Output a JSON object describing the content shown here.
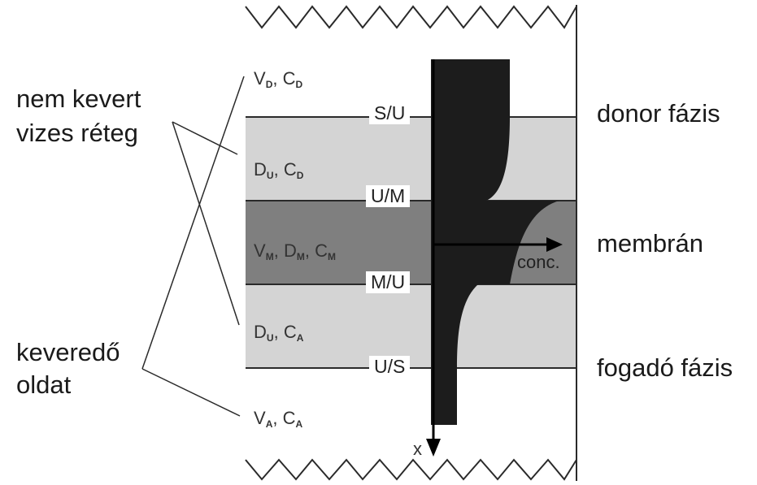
{
  "left_labels": {
    "unmixed_line1": "nem kevert",
    "unmixed_line2": "vizes réteg",
    "mixed_line1": "keveredő",
    "mixed_line2": "oldat"
  },
  "right_labels": {
    "donor": "donor fázis",
    "membrane": "membrán",
    "acceptor": "fogadó fázis"
  },
  "boundaries": {
    "s_u": "S/U",
    "u_m": "U/M",
    "m_u": "M/U",
    "u_s": "U/S"
  },
  "regions": {
    "donor_bulk": {
      "v": "V",
      "v_sub": "D",
      "sep": ",",
      "c": "C",
      "c_sub": "D"
    },
    "donor_layer": {
      "d": "D",
      "d_sub": "U",
      "sep": ",",
      "c": "C",
      "c_sub": "D"
    },
    "membrane": {
      "v": "V",
      "v_sub": "M",
      "d": "D",
      "d_sub": "M",
      "sep": ",",
      "c": "C",
      "c_sub": "M"
    },
    "acceptor_layer": {
      "d": "D",
      "d_sub": "U",
      "sep": ",",
      "c": "C",
      "c_sub": "A"
    },
    "acceptor_bulk": {
      "v": "V",
      "v_sub": "A",
      "sep": ",",
      "c": "C",
      "c_sub": "A"
    }
  },
  "axes": {
    "x_label": "x",
    "conc_label": "conc."
  },
  "colors": {
    "unstirred_layer": "#d4d4d4",
    "membrane": "#7f7f7f",
    "profile": "#1c1c1c",
    "lines": "#2a2a2a"
  }
}
